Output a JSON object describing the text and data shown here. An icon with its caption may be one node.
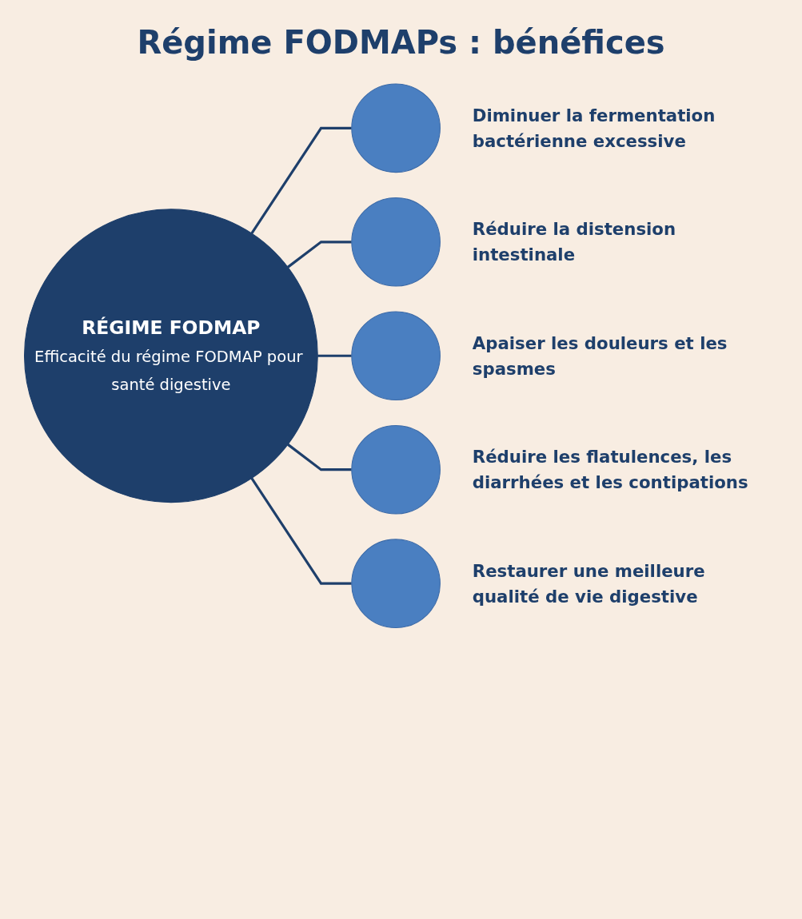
{
  "diagram": {
    "title": "Régime FODMAPs : bénéfices",
    "nodes": [
      {
        "text": [
          "RÉGIME FODMAP",
          "Efficacité du régime FODMAP pour santé digestive"
        ]
      },
      {
        "text": [],
        "shape": "circle",
        "beside": [
          "Diminuer la fermentation bactérienne excessive"
        ]
      },
      {
        "text": [],
        "shape": "circle",
        "beside": [
          "Réduire la distension intestinale"
        ]
      },
      {
        "text": [],
        "shape": "circle",
        "beside": [
          "Apaiser les douleurs et les spasmes"
        ]
      },
      {
        "text": [],
        "shape": "circle",
        "beside": [
          "Réduire les flatulences, les diarrhées et les contipations"
        ]
      },
      {
        "text": [],
        "shape": "circle",
        "beside": [
          "Restaurer une meilleure qualité de vie digestive"
        ]
      }
    ],
    "edges": [
      {
        "from": 0,
        "to": 1,
        "arrow": "none"
      },
      {
        "from": 0,
        "to": 2,
        "arrow": "none"
      },
      {
        "from": 0,
        "to": 3,
        "arrow": "none"
      },
      {
        "from": 0,
        "to": 4,
        "arrow": "none"
      },
      {
        "from": 0,
        "to": 5,
        "arrow": "none"
      }
    ]
  }
}
